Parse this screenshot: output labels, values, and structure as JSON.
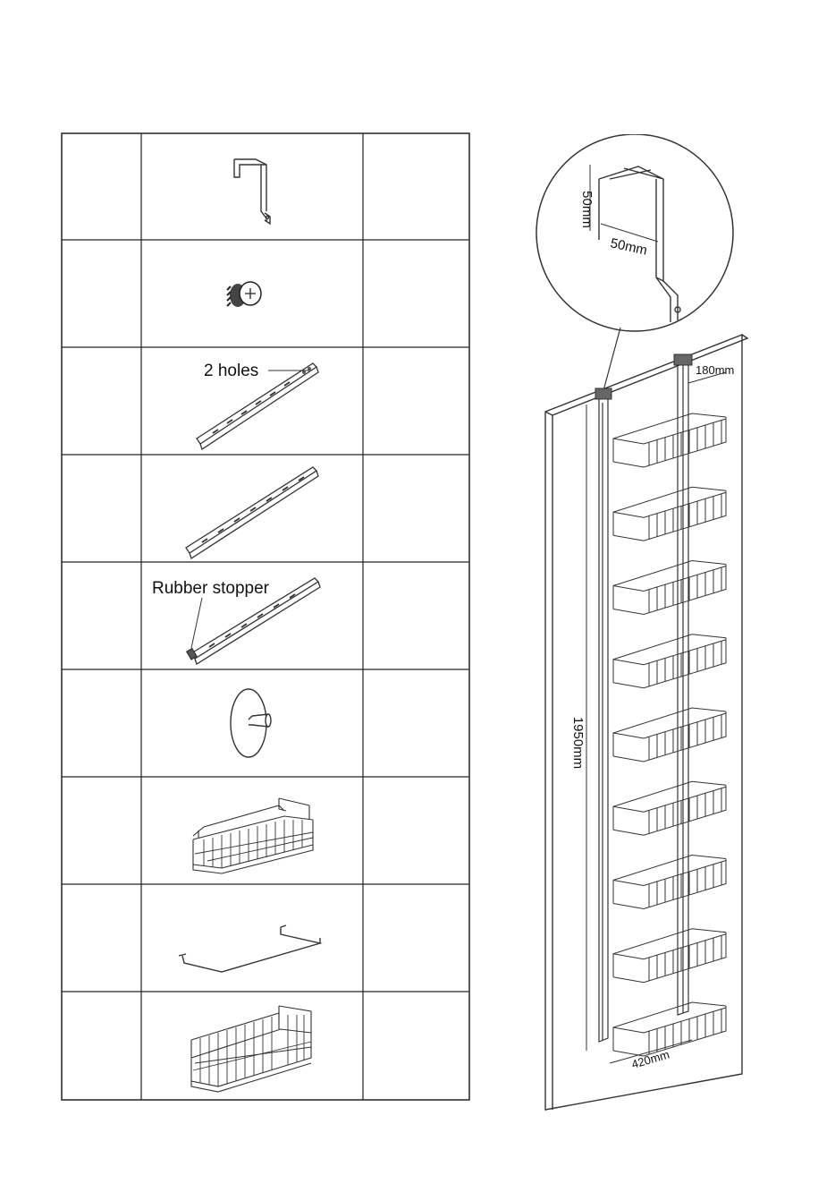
{
  "parts_table": {
    "rows": [
      {
        "part": "door-hook"
      },
      {
        "part": "screw"
      },
      {
        "part": "upright-top",
        "annotation": "2 holes"
      },
      {
        "part": "upright-middle"
      },
      {
        "part": "upright-bottom",
        "annotation": "Rubber stopper"
      },
      {
        "part": "suction-cup"
      },
      {
        "part": "wire-basket"
      },
      {
        "part": "wire-bar"
      },
      {
        "part": "deep-wire-basket"
      }
    ]
  },
  "assembly": {
    "detail_width": "50mm",
    "detail_height": "50mm",
    "depth": "180mm",
    "height": "1950mm",
    "width": "420mm",
    "shelf_count": 9
  }
}
